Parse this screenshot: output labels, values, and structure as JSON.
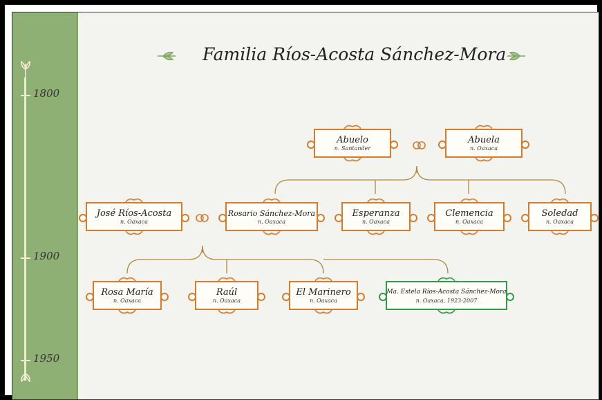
{
  "title": "Familia Ríos-Acosta Sánchez-Mora",
  "timeline": {
    "years": [
      "1800",
      "1900",
      "1950"
    ]
  },
  "people": {
    "abuelo": {
      "name": "Abuelo",
      "sub": "n. Santander"
    },
    "abuela": {
      "name": "Abuela",
      "sub": "n. Oaxaca"
    },
    "jose": {
      "name": "José Ríos-Acosta",
      "sub": "n. Oaxaca"
    },
    "rosario": {
      "name": "Rosario Sánchez-Mora",
      "sub": "n. Oaxaca"
    },
    "esperanza": {
      "name": "Esperanza",
      "sub": "n. Oaxaca"
    },
    "clemencia": {
      "name": "Clemencia",
      "sub": "n. Oaxaca"
    },
    "soledad": {
      "name": "Soledad",
      "sub": "n. Oaxaca"
    },
    "rosamaria": {
      "name": "Rosa María",
      "sub": "n. Oaxaca"
    },
    "raul": {
      "name": "Raúl",
      "sub": "n. Oaxaca"
    },
    "marinero": {
      "name": "El Marinero",
      "sub": "n. Oaxaca"
    },
    "estela": {
      "name": "Ma. Estela Ríos-Acosta Sánchez-Mora",
      "sub": "n. Oaxaca, 1923-2007"
    }
  },
  "colors": {
    "rail": "#8fb074",
    "box_border": "#d97a2b",
    "highlight_border": "#2f9a48",
    "link": "#b08a3a"
  },
  "icons": [
    "leaf-icon",
    "sprig-icon",
    "wedding-rings-icon",
    "ornament-icon"
  ]
}
